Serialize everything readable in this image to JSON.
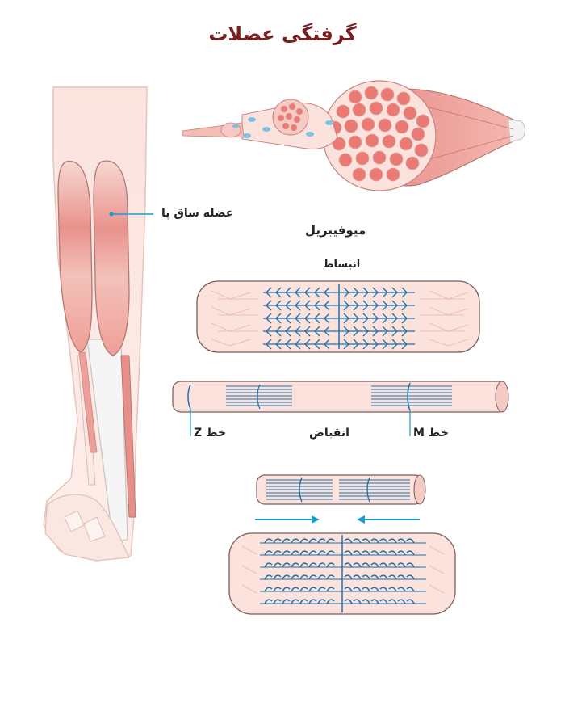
{
  "title": "گرفتگی عضلات",
  "labels": {
    "calf_muscle": "عضله ساق پا",
    "myofibril": "میوفیبریل",
    "relaxation": "انبساط",
    "contraction": "انقباض",
    "z_line": "خط Z",
    "m_line": "خط M"
  },
  "colors": {
    "title": "#7a1f1f",
    "muscle": "#e8928f",
    "muscle_light": "#f7d5cf",
    "skin": "#fbe7e2",
    "filament": "#1f6fa8",
    "arrow": "#1a9ac9",
    "outline": "#9b6a66"
  }
}
